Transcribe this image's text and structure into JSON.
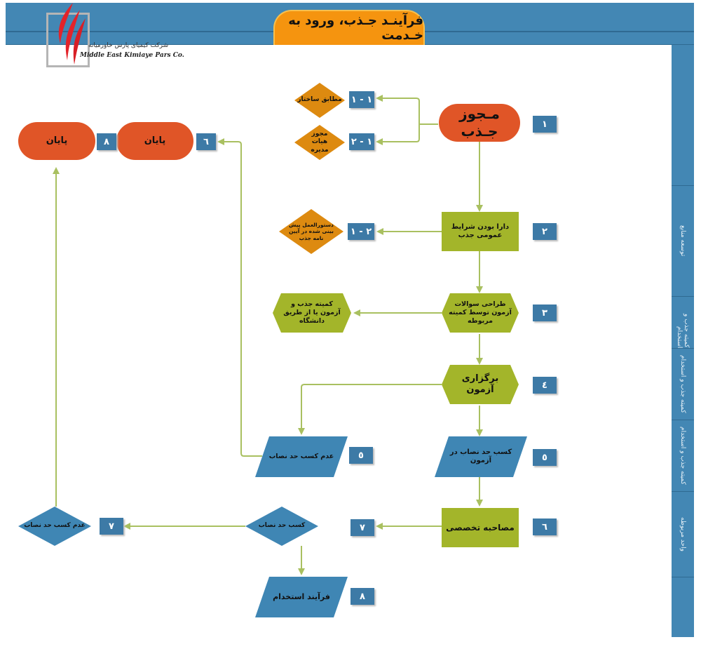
{
  "header": {
    "title": "فرآینـد جـذب، ورود به خـدمت",
    "logo_fa": "شرکت کیمیای پارس خاورمیانه",
    "logo_en": "Middle East Kimiaye Pars Co."
  },
  "sidebar": {
    "sections": [
      {
        "label": ""
      },
      {
        "label": "توسعه منابع"
      },
      {
        "label": "کمیته جذب و استخدام"
      },
      {
        "label": "کمیته جذب و استخدام"
      },
      {
        "label": "کمیته جذب و استخدام"
      },
      {
        "label": "واحد مربوطه"
      },
      {
        "label": ""
      }
    ]
  },
  "colors": {
    "header_blue": "#4387b4",
    "title_orange": "#f5940f",
    "terminal_red": "#e05527",
    "process_green": "#a3b52a",
    "decision_orange": "#dd8a10",
    "io_blue": "#3f86b4",
    "badge_blue": "#3d7aa6",
    "connector_green": "#a9c060"
  },
  "nodes": [
    {
      "id": "n1",
      "badge": "۱",
      "label": "مـجوز جـذب",
      "shape": "terminal"
    },
    {
      "id": "n1_1",
      "badge": "۱ - ۱",
      "label": "مطابق ساختار",
      "shape": "decision-orange"
    },
    {
      "id": "n1_2",
      "badge": "۱ - ۲",
      "label": "مجوز هیات مدیره",
      "shape": "decision-orange"
    },
    {
      "id": "n2",
      "badge": "۲",
      "label": "دارا بودن شرایط عمومی جذب",
      "shape": "process"
    },
    {
      "id": "n2_1",
      "badge": "۲ - ۱",
      "label": "دستورالعمل پیش بینی شده در آیین نامه جذب",
      "shape": "decision-orange"
    },
    {
      "id": "n3",
      "badge": "۳",
      "label": "طراحی سوالات آزمون توسط کمیته مربوطه",
      "shape": "hexagon"
    },
    {
      "id": "n3_side",
      "badge": "",
      "label": "کمیته جذب و آزمون یا از طریق دانشگاه",
      "shape": "hexagon"
    },
    {
      "id": "n4",
      "badge": "٤",
      "label": "برگزاری آزمون",
      "shape": "hexagon"
    },
    {
      "id": "n5_pass",
      "badge": "٥",
      "label": "کسب حد نصاب در آزمون",
      "shape": "io"
    },
    {
      "id": "n5_fail",
      "badge": "٥",
      "label": "عدم کسب حد نصاب",
      "shape": "io"
    },
    {
      "id": "n6",
      "badge": "٦",
      "label": "مصاحبه تخصصی",
      "shape": "process"
    },
    {
      "id": "n6_end",
      "badge": "٦",
      "label": "پایان",
      "shape": "terminal"
    },
    {
      "id": "n7_pass",
      "badge": "۷",
      "label": "کسب حد نصاب",
      "shape": "decision-blue"
    },
    {
      "id": "n7_fail",
      "badge": "۷",
      "label": "عدم کسب حد نصاب",
      "shape": "decision-blue"
    },
    {
      "id": "n8",
      "badge": "۸",
      "label": "فرآیند استخدام",
      "shape": "io"
    },
    {
      "id": "n8_end",
      "badge": "۸",
      "label": "پایان",
      "shape": "terminal"
    }
  ],
  "edges": [
    {
      "from": "n1",
      "to": "n1_1"
    },
    {
      "from": "n1",
      "to": "n1_2"
    },
    {
      "from": "n1",
      "to": "n2"
    },
    {
      "from": "n2",
      "to": "n2_1"
    },
    {
      "from": "n2",
      "to": "n3"
    },
    {
      "from": "n3",
      "to": "n3_side"
    },
    {
      "from": "n3",
      "to": "n4"
    },
    {
      "from": "n4",
      "to": "n5_pass"
    },
    {
      "from": "n4",
      "to": "n5_fail"
    },
    {
      "from": "n5_fail",
      "to": "n6_end"
    },
    {
      "from": "n5_pass",
      "to": "n6"
    },
    {
      "from": "n6",
      "to": "n7_pass"
    },
    {
      "from": "n7_pass",
      "to": "n7_fail"
    },
    {
      "from": "n7_pass",
      "to": "n8"
    },
    {
      "from": "n7_fail",
      "to": "n8_end"
    }
  ]
}
